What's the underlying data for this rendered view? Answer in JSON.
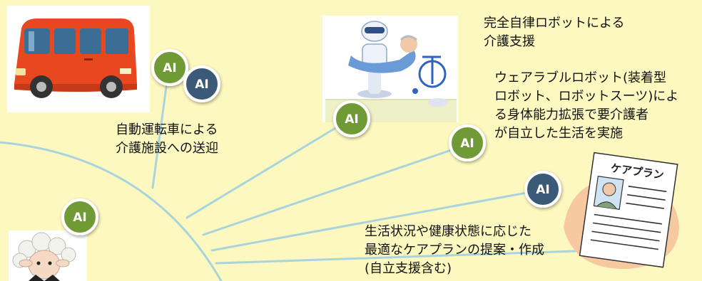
{
  "badge_label": "AI",
  "captions": {
    "van": "自動運転車による\n介護施設への送迎",
    "robot": "完全自律ロボットによる\n介護支援",
    "wearable": "ウェアラブルロボット(装着型\nロボット、ロボットスーツ)によ\nる身体能力拡張で要介護者\nが自立した生活を実施",
    "careplan": "生活状況や健康状態に応じた\n最適なケアプランの提案・作成\n(自立支援含む)"
  },
  "careplan_doc": {
    "title": "ケアプラン"
  },
  "colors": {
    "background": "#fdf8bf",
    "badge_green": "#6f9a35",
    "badge_navy": "#3b5a78",
    "connector": "#a9d4dc",
    "van_body": "#e8471f",
    "doc_blob": "#f6c9a0"
  }
}
